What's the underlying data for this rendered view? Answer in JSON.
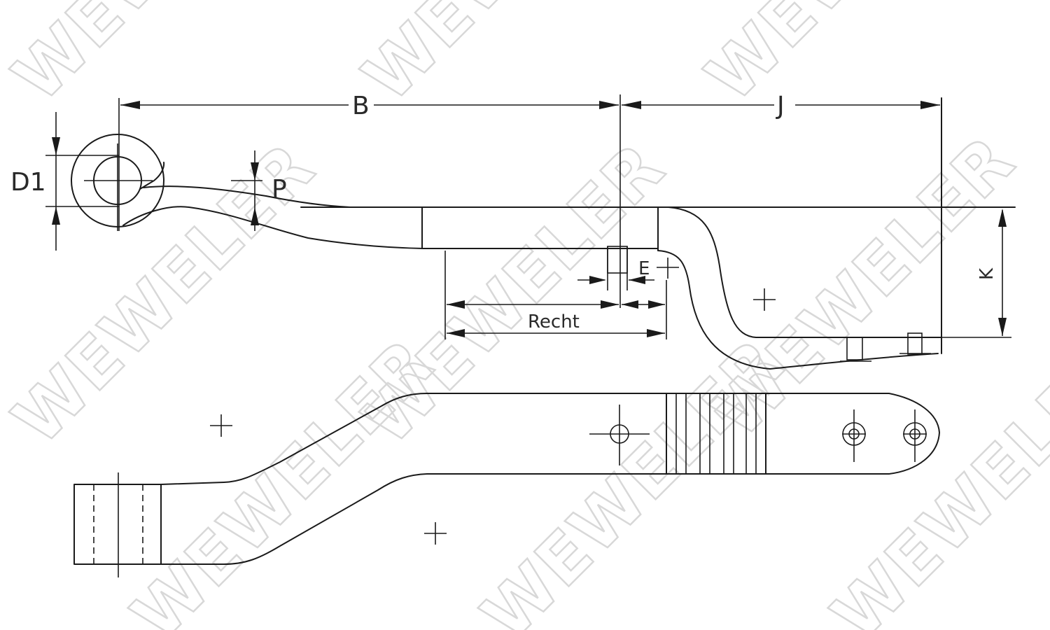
{
  "watermark": {
    "text": "WEWELER"
  },
  "labels": {
    "b": "B",
    "j": "J",
    "d1": "D1",
    "p": "P",
    "e": "E",
    "k": "K",
    "recht": "Recht"
  },
  "colors": {
    "line": "#1a1a1a",
    "watermark": "#d8d8d8",
    "background": "#ffffff"
  }
}
